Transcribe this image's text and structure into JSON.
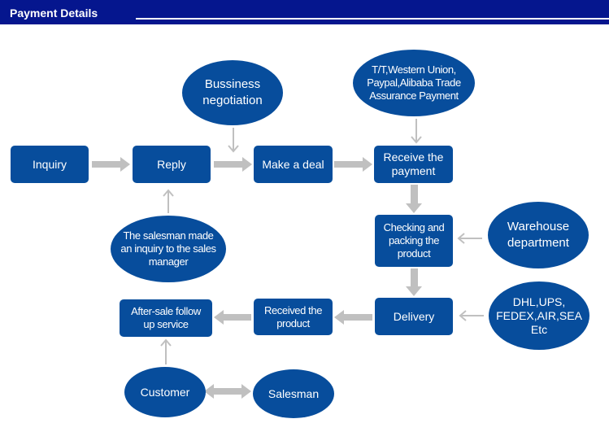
{
  "header": {
    "title": "Payment Details"
  },
  "colors": {
    "header_bg": "#05168e",
    "node_fill": "#074d9c",
    "arrow": "#c0c0c0",
    "text": "#ffffff"
  },
  "nodes": {
    "inquiry": "Inquiry",
    "reply": "Reply",
    "make_deal": "Make a deal",
    "receive_payment": "Receive the payment",
    "checking_packing": "Checking and packing the product",
    "delivery": "Delivery",
    "received_product": "Received the product",
    "after_sale": "After-sale follow up service",
    "business_negotiation": "Bussiness negotiation",
    "payment_methods": "T/T,Western Union, Paypal,Alibaba Trade Assurance Payment",
    "salesman_inquiry": "The salesman made an inquiry to the sales manager",
    "warehouse": "Warehouse department",
    "shipping": "DHL,UPS, FEDEX,AIR,SEA Etc",
    "customer": "Customer",
    "salesman": "Salesman"
  }
}
